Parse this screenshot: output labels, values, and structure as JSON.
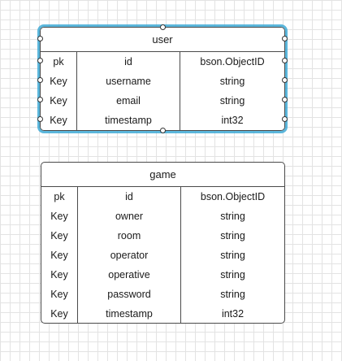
{
  "entities": [
    {
      "title": "user",
      "rows": [
        {
          "key": "pk",
          "name": "id",
          "type": "bson.ObjectID"
        },
        {
          "key": "Key",
          "name": "username",
          "type": "string"
        },
        {
          "key": "Key",
          "name": "email",
          "type": "string"
        },
        {
          "key": "Key",
          "name": "timestamp",
          "type": "int32"
        }
      ]
    },
    {
      "title": "game",
      "rows": [
        {
          "key": "pk",
          "name": "id",
          "type": "bson.ObjectID"
        },
        {
          "key": "Key",
          "name": "owner",
          "type": "string"
        },
        {
          "key": "Key",
          "name": "room",
          "type": "string"
        },
        {
          "key": "Key",
          "name": "operator",
          "type": "string"
        },
        {
          "key": "Key",
          "name": "operative",
          "type": "string"
        },
        {
          "key": "Key",
          "name": "password",
          "type": "string"
        },
        {
          "key": "Key",
          "name": "timestamp",
          "type": "int32"
        }
      ]
    }
  ]
}
